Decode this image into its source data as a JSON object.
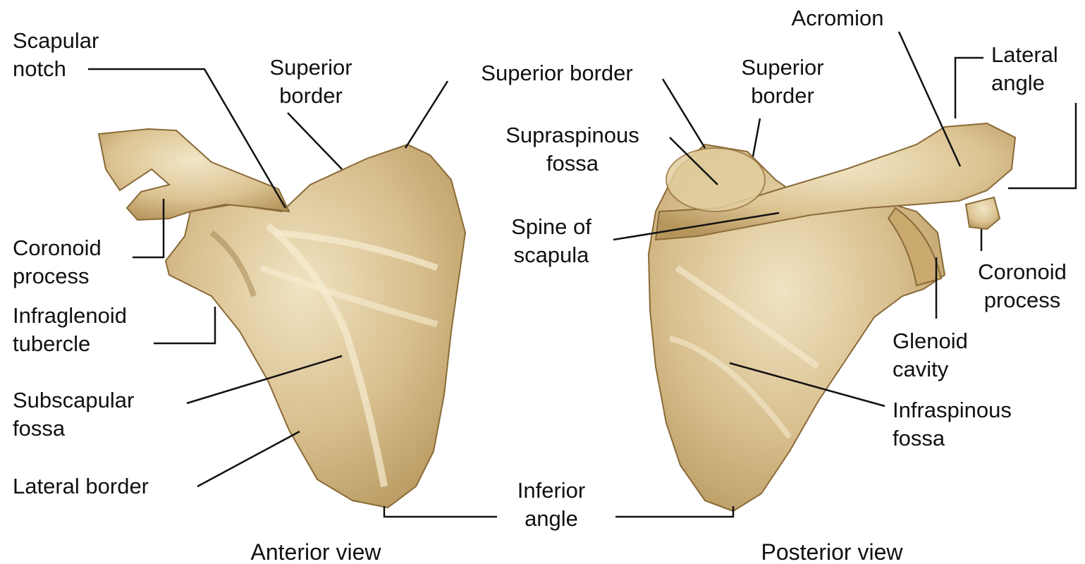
{
  "colors": {
    "bone": "#d9c08f",
    "bone_light": "#efe2bf",
    "bone_dark": "#9c7a45",
    "text": "#111111"
  },
  "views": {
    "anterior": {
      "caption": "Anterior view",
      "labels": {
        "scapular_notch": [
          "Scapular",
          "notch"
        ],
        "superior_border": [
          "Superior",
          "border"
        ],
        "superior_border_top": "Superior border",
        "coronoid_process": [
          "Coronoid",
          "process"
        ],
        "infraglenoid_tubercle": [
          "Infraglenoid",
          "tubercle"
        ],
        "subscapular_fossa": [
          "Subscapular",
          "fossa"
        ],
        "lateral_border": "Lateral border"
      }
    },
    "posterior": {
      "caption": "Posterior view",
      "labels": {
        "acromion": "Acromion",
        "lateral_angle": [
          "Lateral",
          "angle"
        ],
        "superior_border": [
          "Superior",
          "border"
        ],
        "supraspinous_fossa": [
          "Supraspinous",
          "fossa"
        ],
        "spine_of_scapula": [
          "Spine of",
          "scapula"
        ],
        "coronoid_process": [
          "Coronoid",
          "process"
        ],
        "glenoid_cavity": [
          "Glenoid",
          "cavity"
        ],
        "infraspinous_fossa": [
          "Infraspinous",
          "fossa"
        ]
      }
    },
    "shared": {
      "inferior_angle": [
        "Inferior",
        "angle"
      ]
    }
  }
}
